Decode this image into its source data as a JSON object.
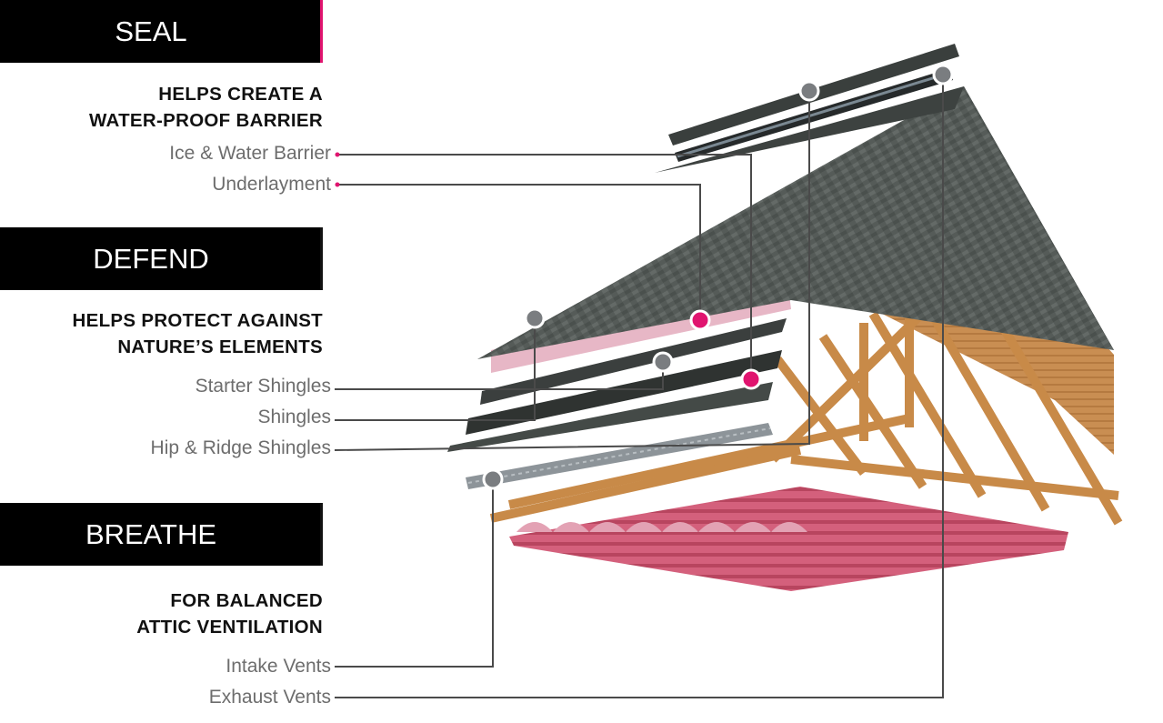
{
  "sections": [
    {
      "banner": "SEAL",
      "heading": "HELPS CREATE A\nWATER-PROOF BARRIER",
      "items": [
        "Ice & Water Barrier",
        "Underlayment"
      ]
    },
    {
      "banner": "DEFEND",
      "heading": "HELPS PROTECT AGAINST\nNATURE’S ELEMENTS",
      "items": [
        "Starter Shingles",
        "Shingles",
        "Hip & Ridge Shingles"
      ]
    },
    {
      "banner": "BREATHE",
      "heading": "FOR BALANCED\nATTIC VENTILATION",
      "items": [
        "Intake Vents",
        "Exhaust Vents"
      ]
    }
  ],
  "colors": {
    "accent": "#e0146f",
    "banner_bg": "#000000",
    "leader_line": "#4a4a4a",
    "label_text": "#6d6d6d",
    "shingle": "#4f5552",
    "wood": "#d39a5a",
    "insulation": "#d9637f"
  }
}
